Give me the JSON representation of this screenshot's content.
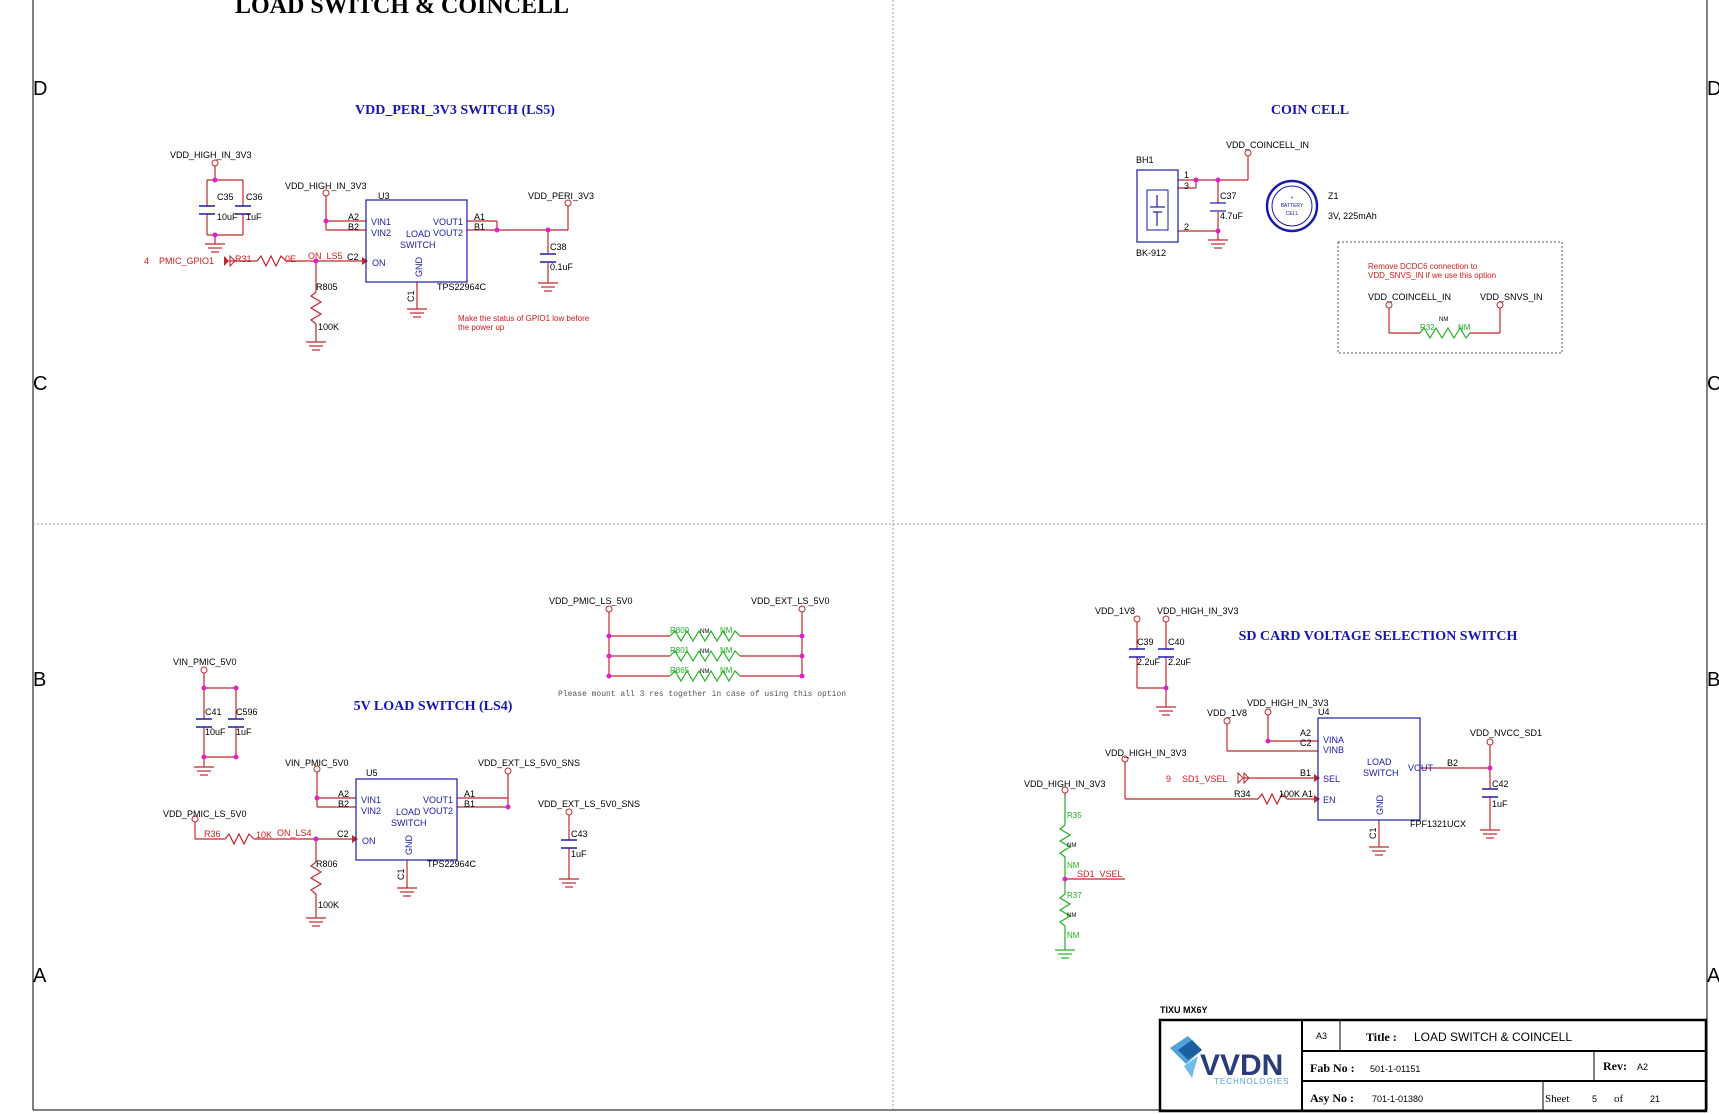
{
  "sheet_title": "LOAD SWITCH & COINCELL",
  "zones": {
    "row_d": "D",
    "row_c": "C",
    "row_b": "B",
    "row_a": "A"
  },
  "ls5": {
    "title": "VDD_PERI_3V3 SWITCH (LS5)",
    "vdd_high_in_1": "VDD_HIGH_IN_3V3",
    "vdd_high_in_2": "VDD_HIGH_IN_3V3",
    "vdd_peri": "VDD_PERI_3V3",
    "c35": "C35",
    "c35_val": "10uF",
    "c36": "C36",
    "c36_val": "1uF",
    "c38": "C38",
    "c38_val": "0.1uF",
    "gpio_num": "4",
    "gpio_net": "PMIC_GPIO1",
    "r31": "R31",
    "r31_val": "0E",
    "on_net": "ON_LS5",
    "r805": "R805",
    "r805_val": "100K",
    "u3": "U3",
    "u3_part": "TPS22964C",
    "pin_a2": "A2",
    "pin_b2": "B2",
    "pin_a1": "A1",
    "pin_b1": "B1",
    "pin_c2": "C2",
    "pin_c1": "C1",
    "vin1": "VIN1",
    "vin2": "VIN2",
    "vout1": "VOUT1",
    "vout2": "VOUT2",
    "load": "LOAD",
    "switch": "SWITCH",
    "on": "ON",
    "gnd": "GND",
    "note_1": "Make the status of GPIO1 low before",
    "note_2": "the power up"
  },
  "coin": {
    "title": "COIN CELL",
    "vdd_coincell": "VDD_COINCELL_IN",
    "bh1": "BH1",
    "bh1_part": "BK-912",
    "pin1": "1",
    "pin2": "2",
    "pin3": "3",
    "c37": "C37",
    "c37_val": "4.7uF",
    "z1": "Z1",
    "z1_spec": "3V, 225mAh",
    "battery_1": "BATTERY",
    "battery_2": "CELL",
    "note_1": "Remove DCDC6 connection to",
    "note_2": "VDD_SNVS_IN if we use this option",
    "opt_left": "VDD_COINCELL_IN",
    "opt_right": "VDD_SNVS_IN",
    "r32": "R32",
    "r32_val": "NM",
    "r32_nm": "NM"
  },
  "ls4": {
    "title": "5V LOAD SWITCH (LS4)",
    "vin_pmic_1": "VIN_PMIC_5V0",
    "vin_pmic_2": "VIN_PMIC_5V0",
    "vdd_pmic_ls": "VDD_PMIC_LS_5V0",
    "vdd_ext_sns_1": "VDD_EXT_LS_5V0_SNS",
    "vdd_ext_sns_2": "VDD_EXT_LS_5V0_SNS",
    "c41": "C41",
    "c41_val": "10uF",
    "c596": "C596",
    "c596_val": "1uF",
    "c43": "C43",
    "c43_val": "1uF",
    "r36": "R36",
    "r36_val": "10K",
    "on_net": "ON_LS4",
    "r806": "R806",
    "r806_val": "100K",
    "u5": "U5",
    "u5_part": "TPS22964C",
    "pin_a2": "A2",
    "pin_b2": "B2",
    "pin_a1": "A1",
    "pin_b1": "B1",
    "pin_c2": "C2",
    "pin_c1": "C1",
    "vin1": "VIN1",
    "vin2": "VIN2",
    "vout1": "VOUT1",
    "vout2": "VOUT2",
    "load": "LOAD",
    "switch": "SWITCH",
    "on": "ON",
    "gnd": "GND",
    "bypass_left": "VDD_PMIC_LS_5V0",
    "bypass_right": "VDD_EXT_LS_5V0",
    "r800": "R800",
    "r801": "R801",
    "r865": "R865",
    "nm": "NM",
    "bypass_note": "Please mount all 3 res together in case of using this option"
  },
  "sd": {
    "title": "SD CARD VOLTAGE SELECTION SWITCH",
    "vdd_1v8_1": "VDD_1V8",
    "vdd_high_1": "VDD_HIGH_IN_3V3",
    "c39": "C39",
    "c39_val": "2.2uF",
    "c40": "C40",
    "c40_val": "2.2uF",
    "vdd_1v8_2": "VDD_1V8",
    "vdd_high_2": "VDD_HIGH_IN_3V3",
    "vdd_high_3": "VDD_HIGH_IN_3V3",
    "vdd_high_4": "VDD_HIGH_IN_3V3",
    "vdd_nvcc": "VDD_NVCC_SD1",
    "u4": "U4",
    "u4_part": "FPF1321UCX",
    "vina": "VINA",
    "vinb": "VINB",
    "sel": "SEL",
    "en": "EN",
    "vout": "VOUT",
    "load": "LOAD",
    "switch": "SWITCH",
    "gnd": "GND",
    "pin_a2": "A2",
    "pin_c2": "C2",
    "pin_b1": "B1",
    "pin_a1": "A1",
    "pin_b2": "B2",
    "pin_c1": "C1",
    "sel_num": "9",
    "sel_net": "SD1_VSEL",
    "r34": "R34",
    "r34_val": "100K",
    "c42": "C42",
    "c42_val": "1uF",
    "r35": "R35",
    "r37": "R37",
    "nm": "NM",
    "sd1_vsel_local": "SD1_VSEL"
  },
  "title_block": {
    "project": "TIXU MX6Y",
    "logo_main": "VVDN",
    "logo_sub": "TECHNOLOGIES",
    "size": "A3",
    "title_label": "Title :",
    "title": "LOAD SWITCH & COINCELL",
    "fab_label": "Fab No :",
    "fab": "501-1-01151",
    "rev_label": "Rev:",
    "rev": "A2",
    "asy_label": "Asy No :",
    "asy": "701-1-01380",
    "sheet_label": "Sheet",
    "sheet": "5",
    "of_label": "of",
    "total": "21"
  },
  "colors": {
    "wire": "#c0272d",
    "part": "#1a1aa6",
    "label": "#000000",
    "net": "#d21a1a",
    "nm_part": "#22b022",
    "junction": "#e020c8",
    "title_blue": "#1515b5"
  }
}
